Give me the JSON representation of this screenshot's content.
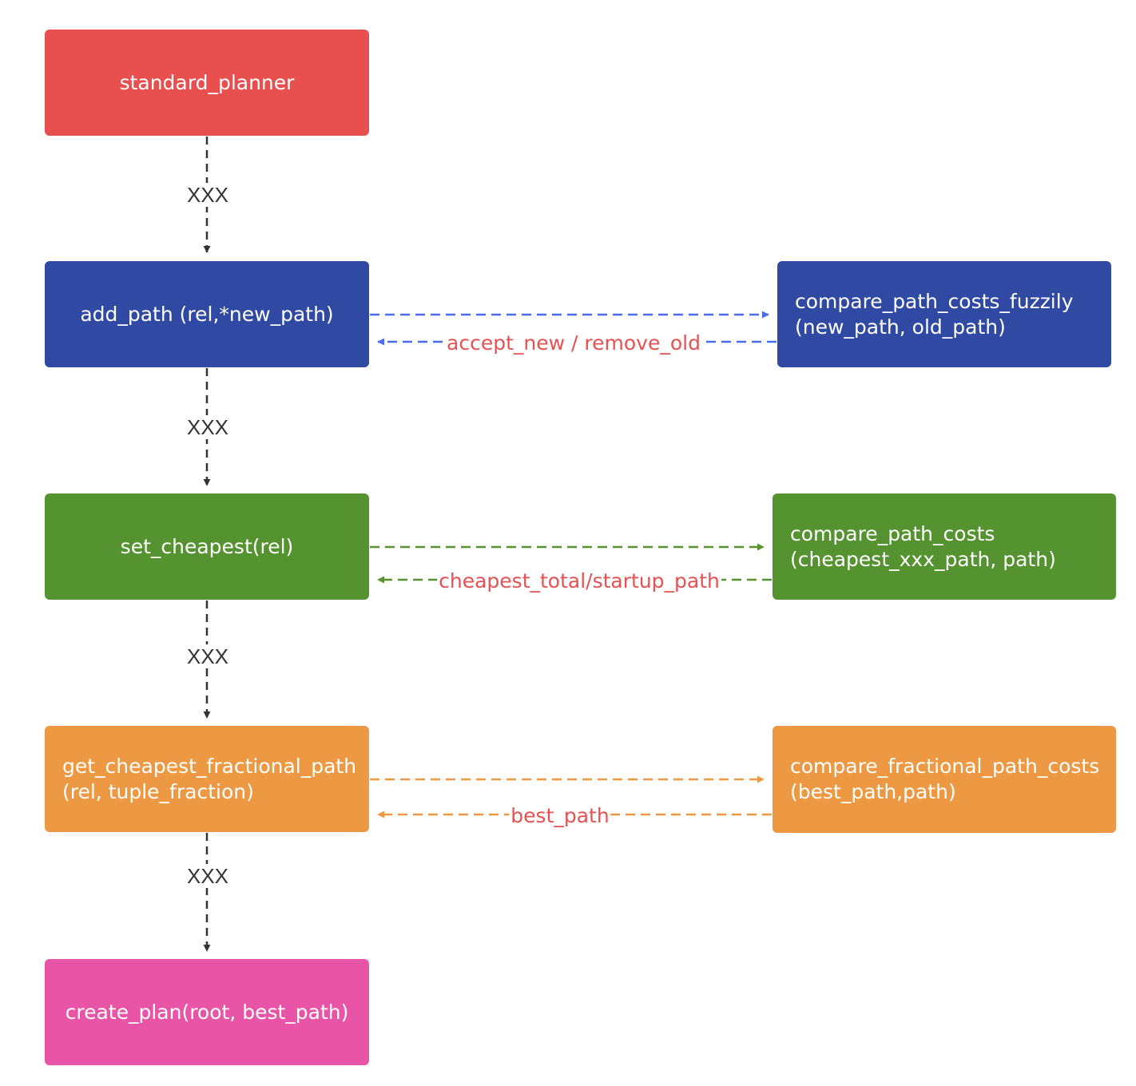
{
  "colors": {
    "red": "#e85050",
    "blue": "#304aa4",
    "green": "#559331",
    "orange": "#ed9943",
    "pink": "#e955a6",
    "arrow_dark": "#333333",
    "arrow_blue": "#4a6cf0",
    "arrow_green": "#559331",
    "arrow_orange": "#ed9943",
    "label_red": "#e65151"
  },
  "nodes": {
    "standard_planner": {
      "line1": "standard_planner"
    },
    "add_path": {
      "line1": "add_path (rel,*new_path)"
    },
    "set_cheapest": {
      "line1": "set_cheapest(rel)"
    },
    "get_cheapest": {
      "line1": "get_cheapest_fractional_path",
      "line2": "(rel, tuple_fraction)"
    },
    "create_plan": {
      "line1": "create_plan(root, best_path)"
    },
    "compare_fuzzily": {
      "line1": "compare_path_costs_fuzzily",
      "line2": "(new_path, old_path)"
    },
    "compare_costs": {
      "line1": "compare_path_costs",
      "line2": "(cheapest_xxx_path, path)"
    },
    "compare_fractional": {
      "line1": "compare_fractional_path_costs",
      "line2": "(best_path,path)"
    }
  },
  "edges": {
    "vertical_labels": [
      "XXX",
      "XXX",
      "XXX",
      "XXX"
    ],
    "accept_new_remove_old": "accept_new / remove_old",
    "cheapest_total_startup": "cheapest_total/startup_path",
    "best_path": "best_path"
  }
}
